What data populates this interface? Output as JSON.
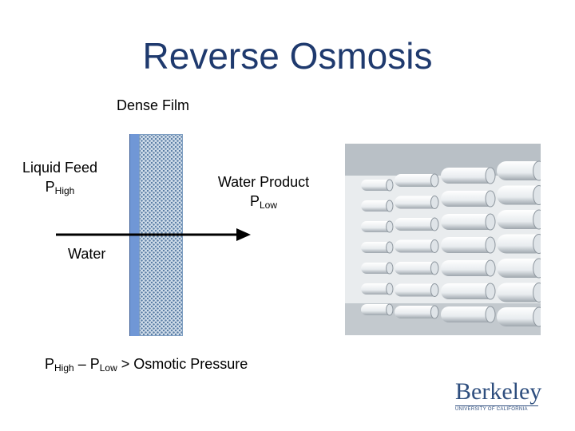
{
  "slide": {
    "title": "Reverse Osmosis",
    "membrane_label": "Dense Film",
    "feed": {
      "line1": "Liquid Feed",
      "pressure_prefix": "P",
      "pressure_sub": "High"
    },
    "product": {
      "line1": "Water Product",
      "pressure_prefix": "P",
      "pressure_sub": "Low"
    },
    "flow_label": "Water",
    "condition": {
      "p1": "P",
      "p1_sub": "High",
      "op": " – P",
      "p2_sub": "Low",
      "rest": " > Osmotic Pressure"
    },
    "logo_text": "Berkeley",
    "logo_subtext": "UNIVERSITY OF CALIFORNIA"
  },
  "colors": {
    "title": "#1f3a6e",
    "membrane_blue": "#7097d6",
    "logo": "#2e4e7e"
  }
}
